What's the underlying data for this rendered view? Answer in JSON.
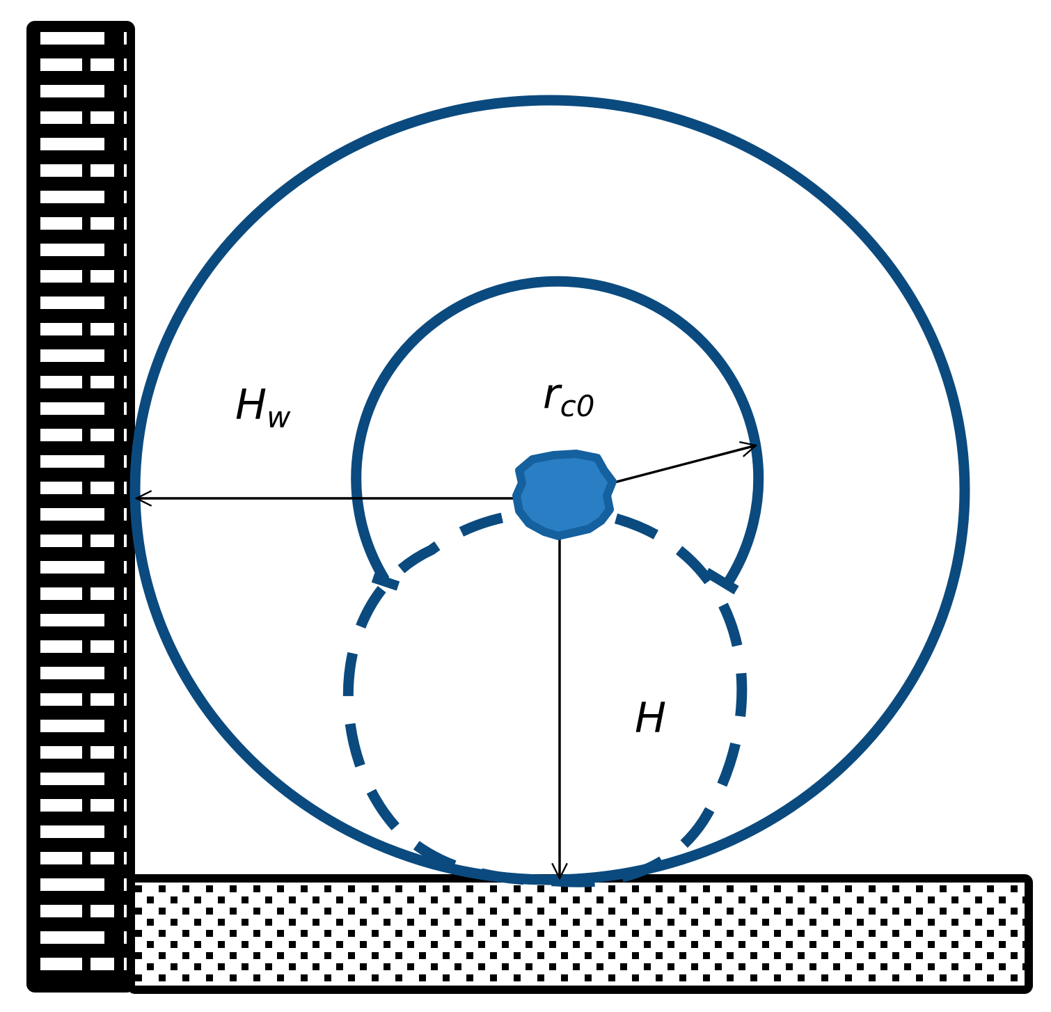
{
  "labels": {
    "wall_distance": {
      "main": "H",
      "sub": "w"
    },
    "charge_radius": {
      "main": "r",
      "sub": "c0"
    },
    "ground_distance": {
      "main": "H"
    }
  },
  "colors": {
    "bubble_stroke": "#0b4a7e",
    "charge_fill": "#2a7fc4",
    "charge_stroke": "#15609e",
    "arrows": "#000000",
    "surfaces": "#000000",
    "background": "#ffffff"
  },
  "surfaces": {
    "wall_pattern": "brick",
    "ground_pattern": "dotted"
  }
}
